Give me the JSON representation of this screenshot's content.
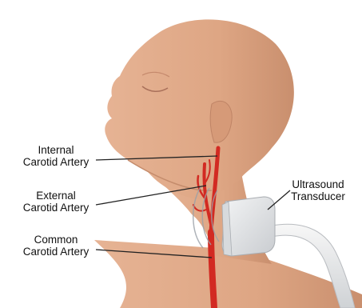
{
  "labels": {
    "internal": [
      "Internal",
      "Carotid Artery"
    ],
    "external": [
      "External",
      "Carotid Artery"
    ],
    "common": [
      "Common",
      "Carotid Artery"
    ],
    "transducer": [
      "Ultrasound",
      "Transducer"
    ]
  },
  "colors": {
    "skin": "#dfa886",
    "skin_shadow": "#c98f6e",
    "artery": "#d22a22",
    "probe": "#e4e6e8",
    "leader": "#222222"
  },
  "icons": {
    "head": "head-silhouette-illustration",
    "probe": "ultrasound-probe-illustration"
  }
}
